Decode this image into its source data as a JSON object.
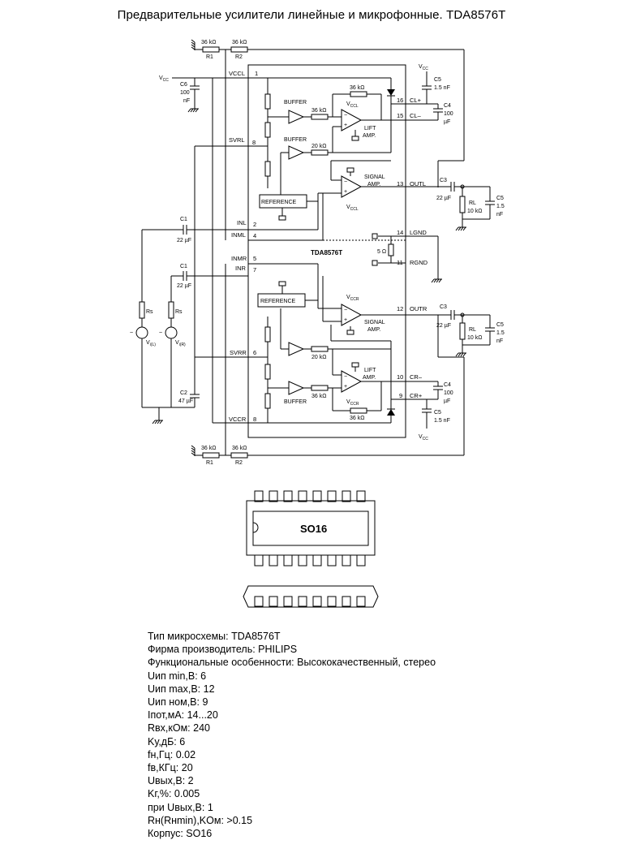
{
  "title": "Предварительные усилители линейные и микрофонные. TDA8576T",
  "schematic": {
    "chip": "TDA8576T",
    "r1": "R1",
    "r2": "R2",
    "r1_val": "36 kΩ",
    "r2_val": "36 kΩ",
    "vcc": "V",
    "vcc_sub": "CC",
    "vccl": "V",
    "vccl_sub": "CCL",
    "vccr": "V",
    "vccr_sub": "CCR",
    "vcc_sub2": "CC",
    "c6": "C6",
    "c6_val": "100",
    "c6_unit": "nF",
    "c5": "C5",
    "c5_val": "1.5 nF",
    "c4": "C4",
    "c4_val": "100",
    "c4_unit": "µF",
    "c3": "C3",
    "c3_val": "22 µF",
    "c1": "C1",
    "c1_val": "22 µF",
    "c2": "C2",
    "c2_val": "47 µF",
    "c5b": "C5",
    "c5b_val": "1.5",
    "c5b_unit": "nF",
    "rl": "RL",
    "rl_val": "10 kΩ",
    "r36": "36 kΩ",
    "r20": "20 kΩ",
    "rs": "Rs",
    "vl": "V",
    "vl_sub": "i(L)",
    "vr": "V",
    "vr_sub": "i(R)",
    "buffer": "BUFFER",
    "lift": "LIFT",
    "amp": "AMP.",
    "signal": "SIGNAL",
    "reference": "REFERENCE",
    "r5": "5 Ω",
    "pins": {
      "vccl": "VCCL",
      "svrl": "SVRL",
      "inl": "INL",
      "inml": "INML",
      "inmr": "INMR",
      "inr": "INR",
      "svrr": "SVRR",
      "vccr": "VCCR",
      "clp": "CL+",
      "clm": "CL–",
      "outl": "OUTL",
      "lgnd": "LGND",
      "rgnd": "RGND",
      "outr": "OUTR",
      "crm": "CR–",
      "crp": "CR+",
      "n1": "1",
      "n8a": "8",
      "n2": "2",
      "n4": "4",
      "n5": "5",
      "n7": "7",
      "n6": "6",
      "n8b": "8",
      "n16": "16",
      "n15": "15",
      "n13": "13",
      "n14": "14",
      "n11": "11",
      "n12": "12",
      "n10": "10",
      "n9": "9"
    },
    "package_label": "SO16"
  },
  "specs": [
    "Тип микросхемы: TDA8576T",
    "Фирма производитель: PHILIPS",
    "Функциональные особенности: Высококачественный, стерео",
    "Uип min,B: 6",
    "Uип max,B: 12",
    "Uип ном,B: 9",
    "Iпот,мА: 14...20",
    "Rвх,кОм: 240",
    "Kу,дБ: 6",
    "fн,Гц: 0.02",
    "fв,КГц: 20",
    "Uвых,В: 2",
    "Kг,%: 0.005",
    "при Uвых,В: 1",
    "Rн(Rнmin),KOм: >0.15",
    "Корпус: SO16"
  ]
}
